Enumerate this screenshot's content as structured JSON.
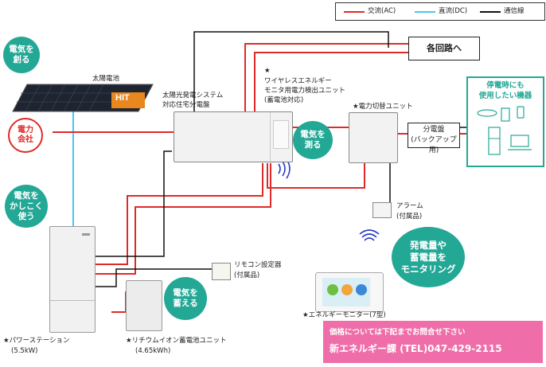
{
  "legend": {
    "ac": "交流(AC)",
    "dc": "直流(DC)",
    "comm": "通信線",
    "colors": {
      "ac": "#e02a2a",
      "dc": "#45c8ee",
      "comm": "#111111"
    }
  },
  "bubbles": {
    "create": [
      "電気を",
      "創る"
    ],
    "smart": [
      "電気を",
      "かしこく",
      "使う"
    ],
    "measure": [
      "電気を",
      "測る"
    ],
    "store": [
      "電気を",
      "蓄える"
    ],
    "monitor": [
      "発電量や",
      "蓄電量を",
      "モニタリング"
    ]
  },
  "utility": [
    "電力",
    "会社"
  ],
  "labels": {
    "solar": "太陽電池",
    "hit_logo": "HIT",
    "breaker_panel": [
      "太陽光発電システム",
      "対応住宅分電盤"
    ],
    "wireless_unit": [
      "★",
      "ワイヤレスエネルギー",
      "モニタ用電力検出ユニット",
      "(蓄電池対応)"
    ],
    "switch_unit": "★電力切替ユニット",
    "branch_panel": [
      "分電盤",
      "(バックアップ用)"
    ],
    "each_circuit": "各回路へ",
    "backup_devices": [
      "停電時にも",
      "使用したい機器"
    ],
    "alarm": [
      "アラーム",
      "(付属品)"
    ],
    "remote": [
      "リモコン設定器",
      "(付属品)"
    ],
    "power_station": [
      "★パワーステーション",
      "(5.5kW)"
    ],
    "battery": [
      "★リチウムイオン蓄電池ユニット",
      "(4.65kWh)"
    ],
    "monitor": "★エネルギーモニター(7型)"
  },
  "notice": {
    "line1": "価格については下記までお問合せ下さい",
    "line2": "新エネルギー課 (TEL)047-429-2115"
  }
}
